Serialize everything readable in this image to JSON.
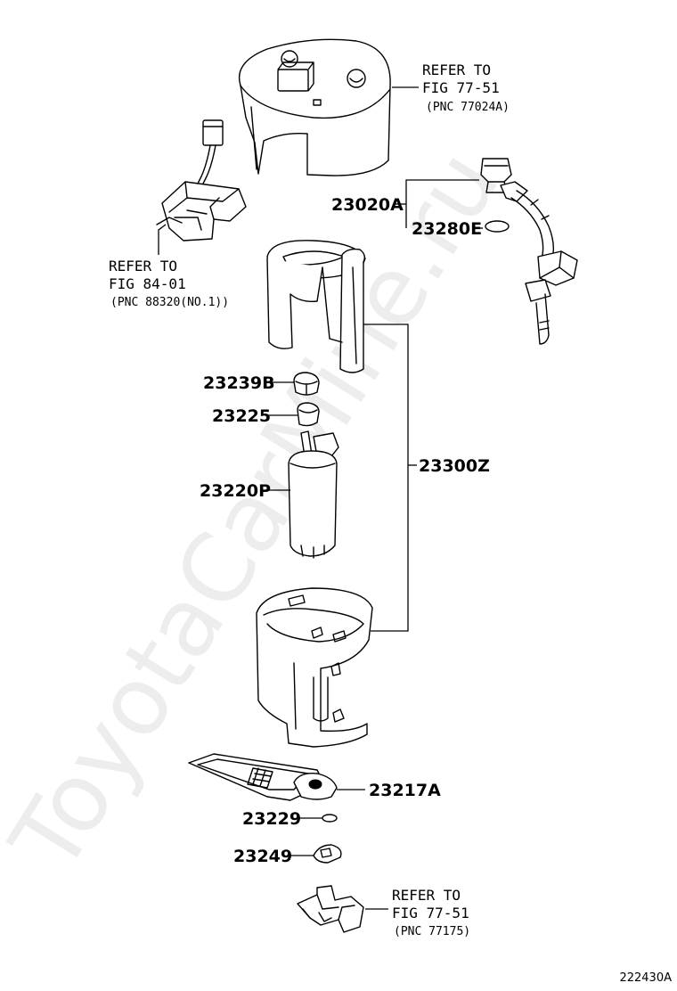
{
  "watermark": "ToyotaCarMine.ru",
  "figure_code": "222430A",
  "references": [
    {
      "line1": "REFER TO",
      "line2": "FIG 77-51",
      "line3": "(PNC 77024A)"
    },
    {
      "line1": "REFER TO",
      "line2": "FIG 84-01",
      "line3": "(PNC 88320(NO.1))"
    },
    {
      "line1": "REFER TO",
      "line2": "FIG 77-51",
      "line3": "(PNC 77175)"
    }
  ],
  "parts": [
    {
      "number": "23020A"
    },
    {
      "number": "23280E"
    },
    {
      "number": "23239B"
    },
    {
      "number": "23225"
    },
    {
      "number": "23220P"
    },
    {
      "number": "23300Z"
    },
    {
      "number": "23217A"
    },
    {
      "number": "23229"
    },
    {
      "number": "23249"
    }
  ]
}
